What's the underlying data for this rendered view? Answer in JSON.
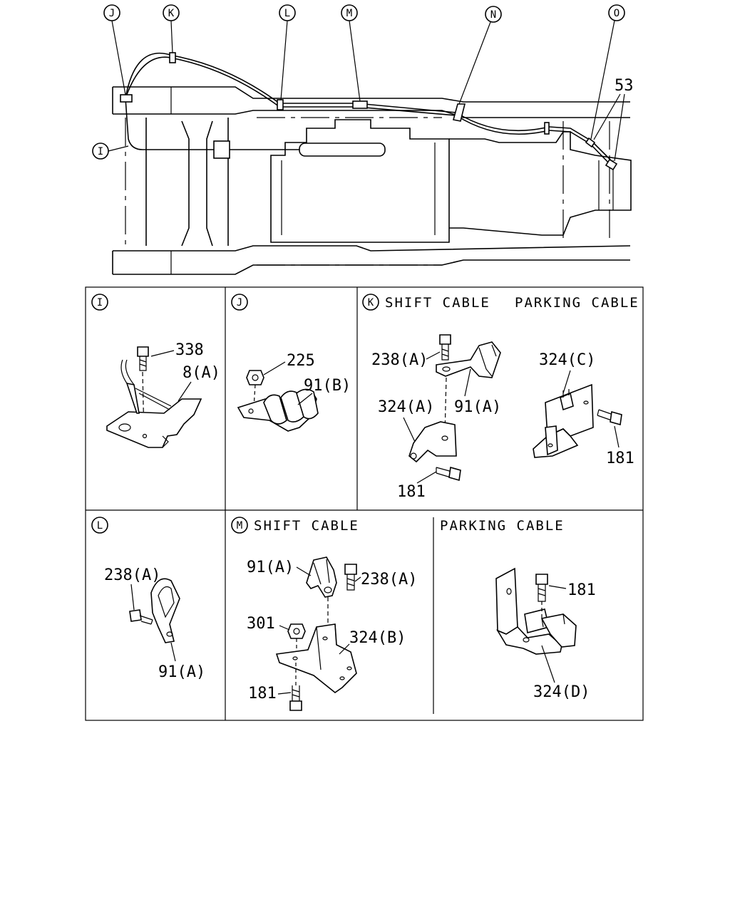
{
  "colors": {
    "ink": "#000000",
    "paper": "#ffffff"
  },
  "callouts": {
    "I": "I",
    "J": "J",
    "K": "K",
    "L": "L",
    "M": "M",
    "N": "N",
    "O": "O"
  },
  "overview": {
    "part_53": "53"
  },
  "panel_I": {
    "letter": "I",
    "p338": "338",
    "p8A": "8(A)"
  },
  "panel_J": {
    "letter": "J",
    "p225": "225",
    "p91B": "91(B)"
  },
  "panel_K": {
    "letter": "K",
    "shift_title": "SHIFT CABLE",
    "parking_title": "PARKING CABLE",
    "p238A": "238(A)",
    "p91A": "91(A)",
    "p324A": "324(A)",
    "p181a": "181",
    "p324C": "324(C)",
    "p181b": "181"
  },
  "panel_L": {
    "letter": "L",
    "p238A": "238(A)",
    "p91A": "91(A)"
  },
  "panel_M": {
    "letter": "M",
    "shift_title": "SHIFT CABLE",
    "p91A": "91(A)",
    "p238A": "238(A)",
    "p301": "301",
    "p324B": "324(B)",
    "p181": "181"
  },
  "panel_P": {
    "parking_title": "PARKING CABLE",
    "p181": "181",
    "p324D": "324(D)"
  }
}
